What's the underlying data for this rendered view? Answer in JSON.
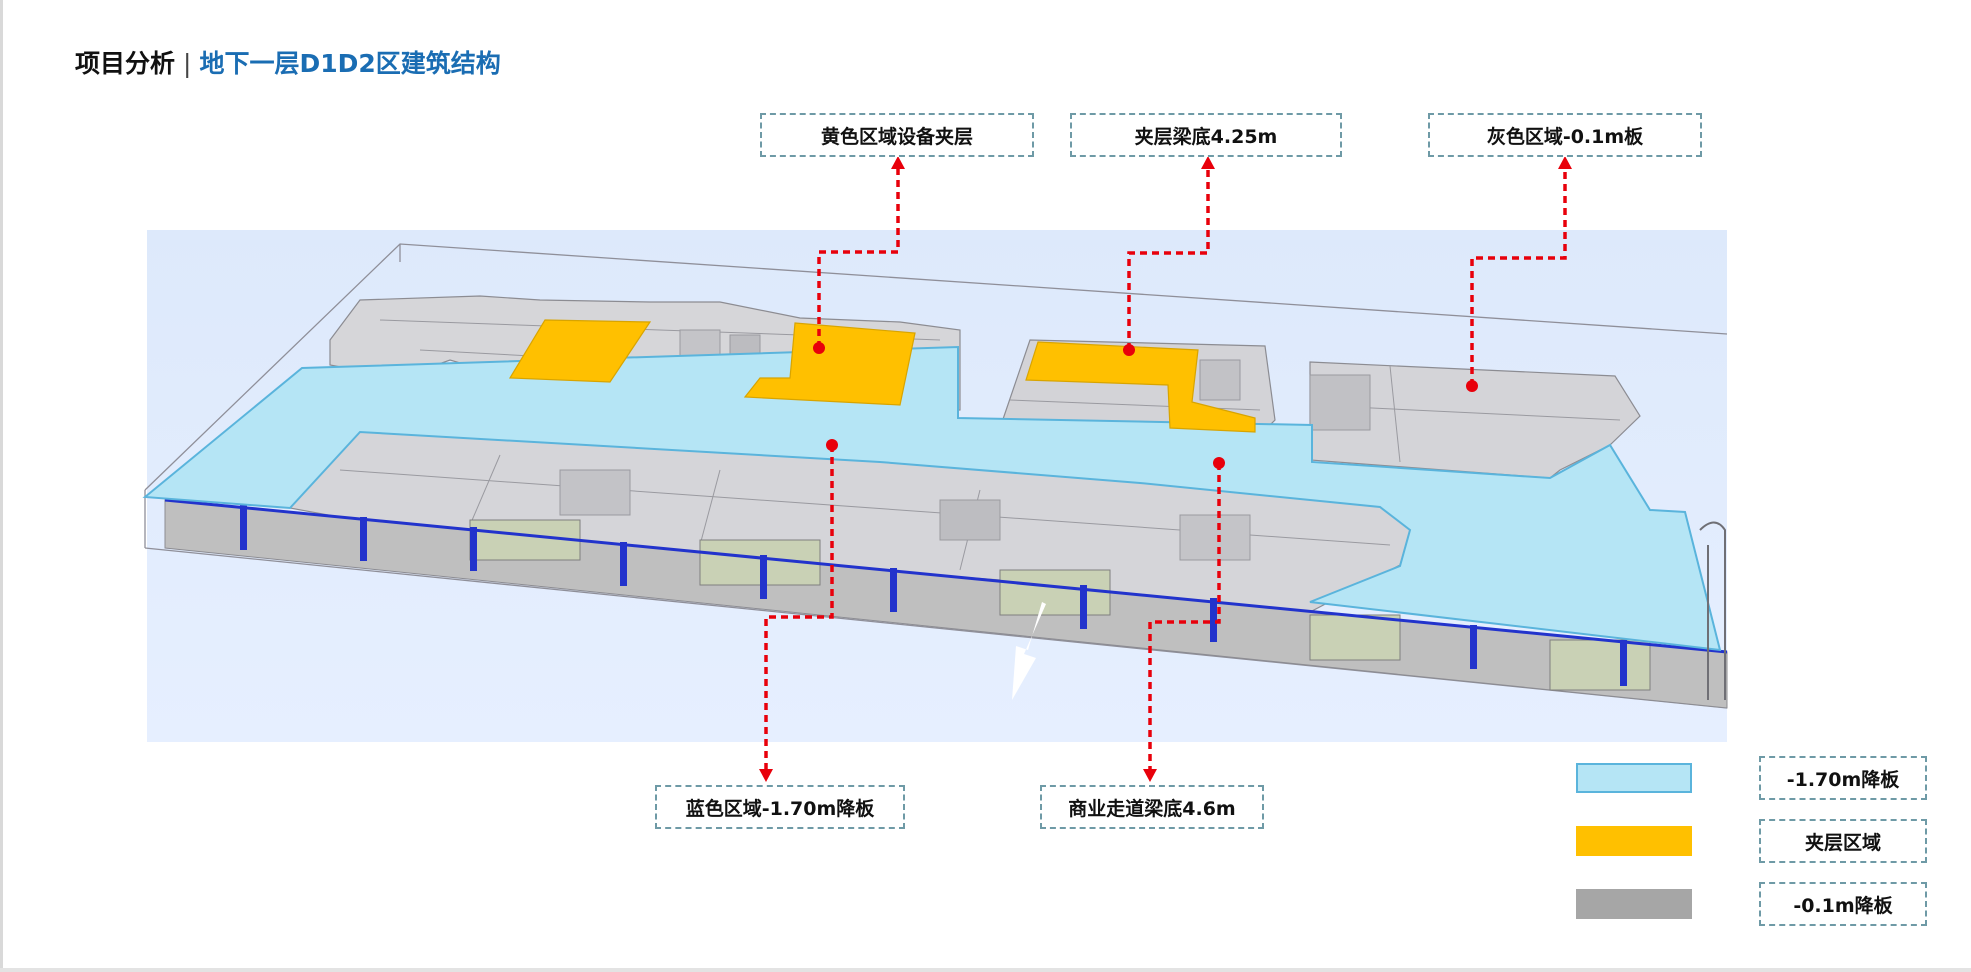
{
  "title": {
    "prefix": "项目分析",
    "separator": "|",
    "main": "地下一层D1D2区建筑结构"
  },
  "callouts": [
    {
      "id": "yellow-mezzanine",
      "text": "黄色区域设备夹层"
    },
    {
      "id": "mezzanine-beam",
      "text": "夹层梁底4.25m"
    },
    {
      "id": "gray-area",
      "text": "灰色区域-0.1m板"
    },
    {
      "id": "blue-area",
      "text": "蓝色区域-1.70m降板"
    },
    {
      "id": "corridor-beam",
      "text": "商业走道梁底4.6m"
    }
  ],
  "legend": [
    {
      "color": "#b5e5f5",
      "border": "#5ab4dc",
      "text": "-1.70m降板"
    },
    {
      "color": "#ffc000",
      "border": "#ffc000",
      "text": "夹层区域"
    },
    {
      "color": "#a6a6a6",
      "border": "#a6a6a6",
      "text": "-0.1m降板"
    }
  ],
  "colors": {
    "blue_zone": "#b5e5f5",
    "yellow_zone": "#ffc000",
    "gray_zone": "#a6a6a6",
    "leader": "#e8000b",
    "title_accent": "#1a6db3"
  }
}
